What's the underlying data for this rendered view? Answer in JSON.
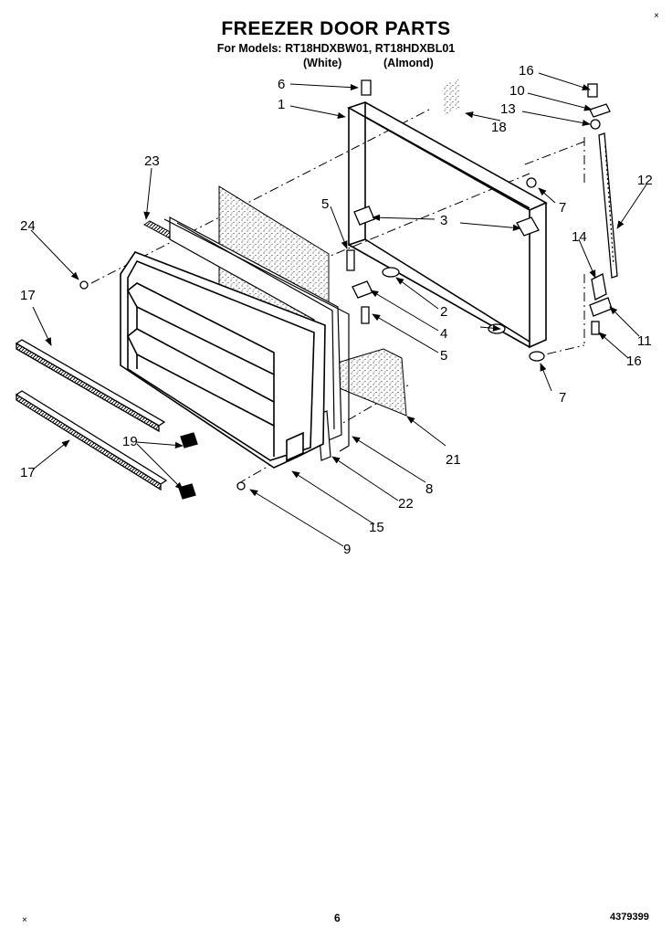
{
  "header": {
    "title": "FREEZER DOOR PARTS",
    "models_prefix": "For Models:",
    "model_1": "RT18HDXBW01,",
    "model_2": "RT18HDXBL01",
    "color_1": "(White)",
    "color_2": "(Almond)"
  },
  "callouts": [
    "1",
    "2",
    "3",
    "4",
    "5",
    "5",
    "6",
    "7",
    "7",
    "8",
    "9",
    "10",
    "11",
    "12",
    "13",
    "14",
    "15",
    "16",
    "16",
    "17",
    "17",
    "18",
    "19",
    "21",
    "22",
    "23",
    "24"
  ],
  "footer": {
    "page_number": "6",
    "document_number": "4379399",
    "corner_mark": "×"
  },
  "colors": {
    "ink": "#000000",
    "paper": "#ffffff",
    "stipple": "#333333"
  }
}
